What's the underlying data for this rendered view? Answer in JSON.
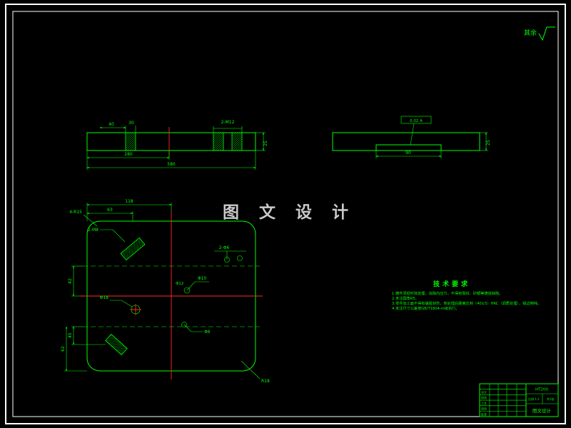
{
  "colors": {
    "background": "#000000",
    "line": "#00ff00",
    "centerline": "#ff2a2a",
    "frame": "#ffffff",
    "watermark": "#c9c9c9"
  },
  "corner": {
    "note": "其余"
  },
  "watermark": {
    "text": "图 文 设 计"
  },
  "section_left": {
    "dim_40": "40",
    "dim_30": "30",
    "thread_note": "2-M12",
    "dim_25": "25",
    "dim_280": "280",
    "dim_580": "580"
  },
  "section_right": {
    "fcf": "0.02 A",
    "dim_90": "90",
    "dim_25": "25"
  },
  "plan": {
    "dim_118": "118",
    "dim_63": "63",
    "corner_r": "4-R15",
    "holes_2d6": "2-Φ6",
    "hole_d10": "Φ10",
    "hole_d18": "Φ18",
    "hole_d6": "Φ6",
    "hole_d12": "Φ12",
    "slot_note": "2-M8",
    "dim_42": "42",
    "dim_45": "45",
    "dim_62": "62",
    "radius_r18": "R18"
  },
  "tech": {
    "title": "技术要求",
    "lines": [
      "1.铸件须经时效处理，消除内应力，不得有裂纹、砂眼等铸造缺陷。",
      "2.未注圆角R5。",
      "3.零件加工面不得有磕碰划伤，热处理后硬度达到（40±5）HRC（调质处理），锐边倒钝。",
      "4.未注尺寸公差按GB/T1804-m级执行。"
    ]
  },
  "titleblock": {
    "rows": [
      "设计",
      "校核",
      "工艺",
      "审核",
      "批准"
    ],
    "material": "HT200",
    "scale": "比例 1:2",
    "sheet": "共1张",
    "company": "图文设计"
  }
}
